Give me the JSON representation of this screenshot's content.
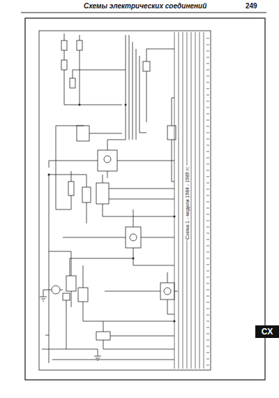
{
  "diagram": {
    "title": "Схемы электрических соединений",
    "caption": "Схема 1 - модели 1984 - 1989 гг.",
    "labels": [
      "249",
      "CX"
    ]
  }
}
